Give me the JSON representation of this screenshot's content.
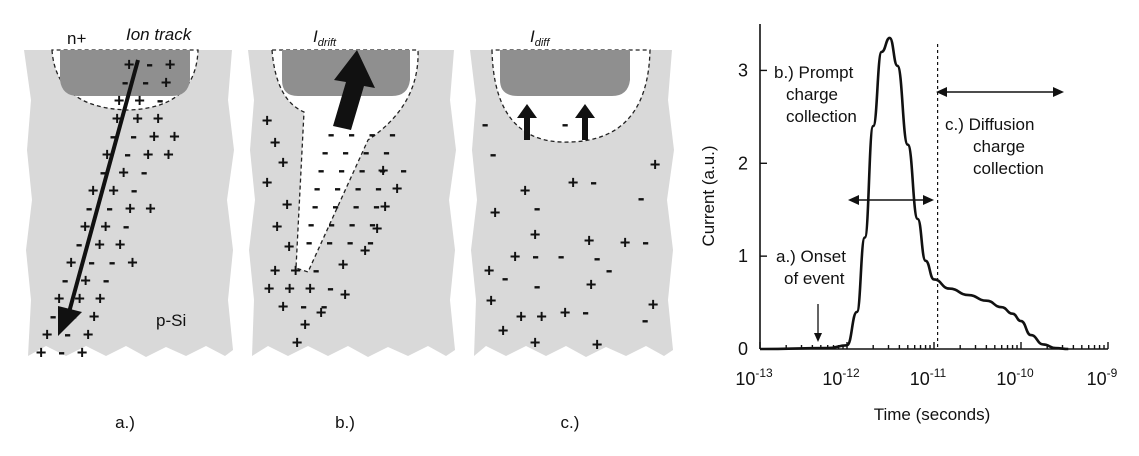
{
  "panels": [
    {
      "id": "a",
      "top_label_left": "n+",
      "top_label_right": "Ion track",
      "bottom_label": "a.)",
      "region_label": "p-Si"
    },
    {
      "id": "b",
      "current_main": "I",
      "current_sub": "drift",
      "bottom_label": "b.)"
    },
    {
      "id": "c",
      "current_main": "I",
      "current_sub": "diff",
      "bottom_label": "c.)"
    }
  ],
  "chart_data": {
    "type": "line",
    "title": "",
    "xlabel": "Time (seconds)",
    "ylabel": "Current (a.u.)",
    "x_scale": "log",
    "xlim": [
      1e-13,
      1e-09
    ],
    "ylim": [
      0,
      3.5
    ],
    "x_ticks": [
      {
        "base": "10",
        "exp": "-13"
      },
      {
        "base": "10",
        "exp": "-12"
      },
      {
        "base": "10",
        "exp": "-11"
      },
      {
        "base": "10",
        "exp": "-10"
      },
      {
        "base": "10",
        "exp": "-9"
      }
    ],
    "y_ticks": [
      "0",
      "1",
      "2",
      "3"
    ],
    "series": [
      {
        "values": [
          [
            1e-13,
            0
          ],
          [
            6e-13,
            0.01
          ],
          [
            1e-12,
            0.04
          ],
          [
            1.3e-12,
            0.4
          ],
          [
            1.6e-12,
            1.2
          ],
          [
            2e-12,
            2.4
          ],
          [
            2.5e-12,
            3.2
          ],
          [
            3.1e-12,
            3.35
          ],
          [
            3.8e-12,
            3.05
          ],
          [
            5e-12,
            2.2
          ],
          [
            6.5e-12,
            1.4
          ],
          [
            8e-12,
            0.95
          ],
          [
            1e-11,
            0.75
          ],
          [
            1.5e-11,
            0.65
          ],
          [
            2.5e-11,
            0.58
          ],
          [
            4e-11,
            0.52
          ],
          [
            6e-11,
            0.45
          ],
          [
            8e-11,
            0.38
          ],
          [
            1e-10,
            0.3
          ],
          [
            1.3e-10,
            0.15
          ],
          [
            1.8e-10,
            0.05
          ],
          [
            2.5e-10,
            0.01
          ],
          [
            3.5e-10,
            0
          ]
        ]
      }
    ],
    "vline_x": 1.1e-11,
    "annotations": [
      {
        "id": "onset",
        "lines": [
          "a.) Onset",
          "of event"
        ]
      },
      {
        "id": "prompt",
        "lines": [
          "b.) Prompt",
          "charge",
          "collection"
        ]
      },
      {
        "id": "diffusion",
        "lines": [
          "c.) Diffusion",
          "charge",
          "collection"
        ]
      }
    ]
  }
}
